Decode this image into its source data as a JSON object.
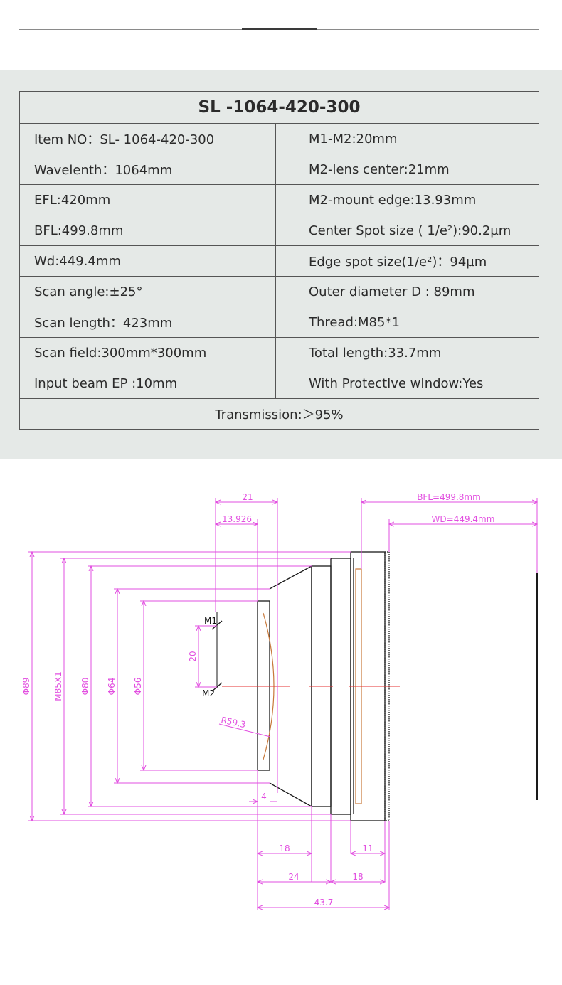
{
  "spec_table": {
    "title": "SL -1064-420-300",
    "rows": [
      {
        "left": "Item NO：SL- 1064-420-300",
        "right": "M1-M2:20mm"
      },
      {
        "left": "Wavelenth：1064mm",
        "right": "M2-lens center:21mm"
      },
      {
        "left": "EFL:420mm",
        "right": "M2-mount edge:13.93mm"
      },
      {
        "left": "BFL:499.8mm",
        "right": "Center Spot size ( 1/e²):90.2µm"
      },
      {
        "left": "Wd:449.4mm",
        "right": "Edge spot size(1/e²)：94µm"
      },
      {
        "left": "Scan angle:±25°",
        "right": "Outer diameter D : 89mm"
      },
      {
        "left": "Scan length：423mm",
        "right": "Thread:M85*1"
      },
      {
        "left": "Scan field:300mm*300mm",
        "right": "Total length:33.7mm"
      },
      {
        "left": "Input beam EP :10mm",
        "right": "With Protectlve wIndow:Yes"
      }
    ],
    "footer": "Transmission:＞95%"
  },
  "drawing": {
    "dim_color": "#e24fe0",
    "axis_color": "#e53030",
    "lens_color": "#c8783a",
    "top_dims": {
      "d21": "21",
      "d13": "13.926",
      "bfl": "BFL=499.8mm",
      "wd": "WD=449.4mm"
    },
    "left_dims": {
      "d89": "Φ89",
      "m85": "M85X1",
      "d80": "Φ80",
      "d64": "Φ64",
      "d56": "Φ56"
    },
    "mirror_labels": {
      "m1": "M1",
      "m2": "M2",
      "gap": "20"
    },
    "radius": "R59.3",
    "bottom_dims": {
      "d4": "4",
      "d18a": "18",
      "d11": "11",
      "d24": "24",
      "d18b": "18",
      "d437": "43.7"
    }
  }
}
